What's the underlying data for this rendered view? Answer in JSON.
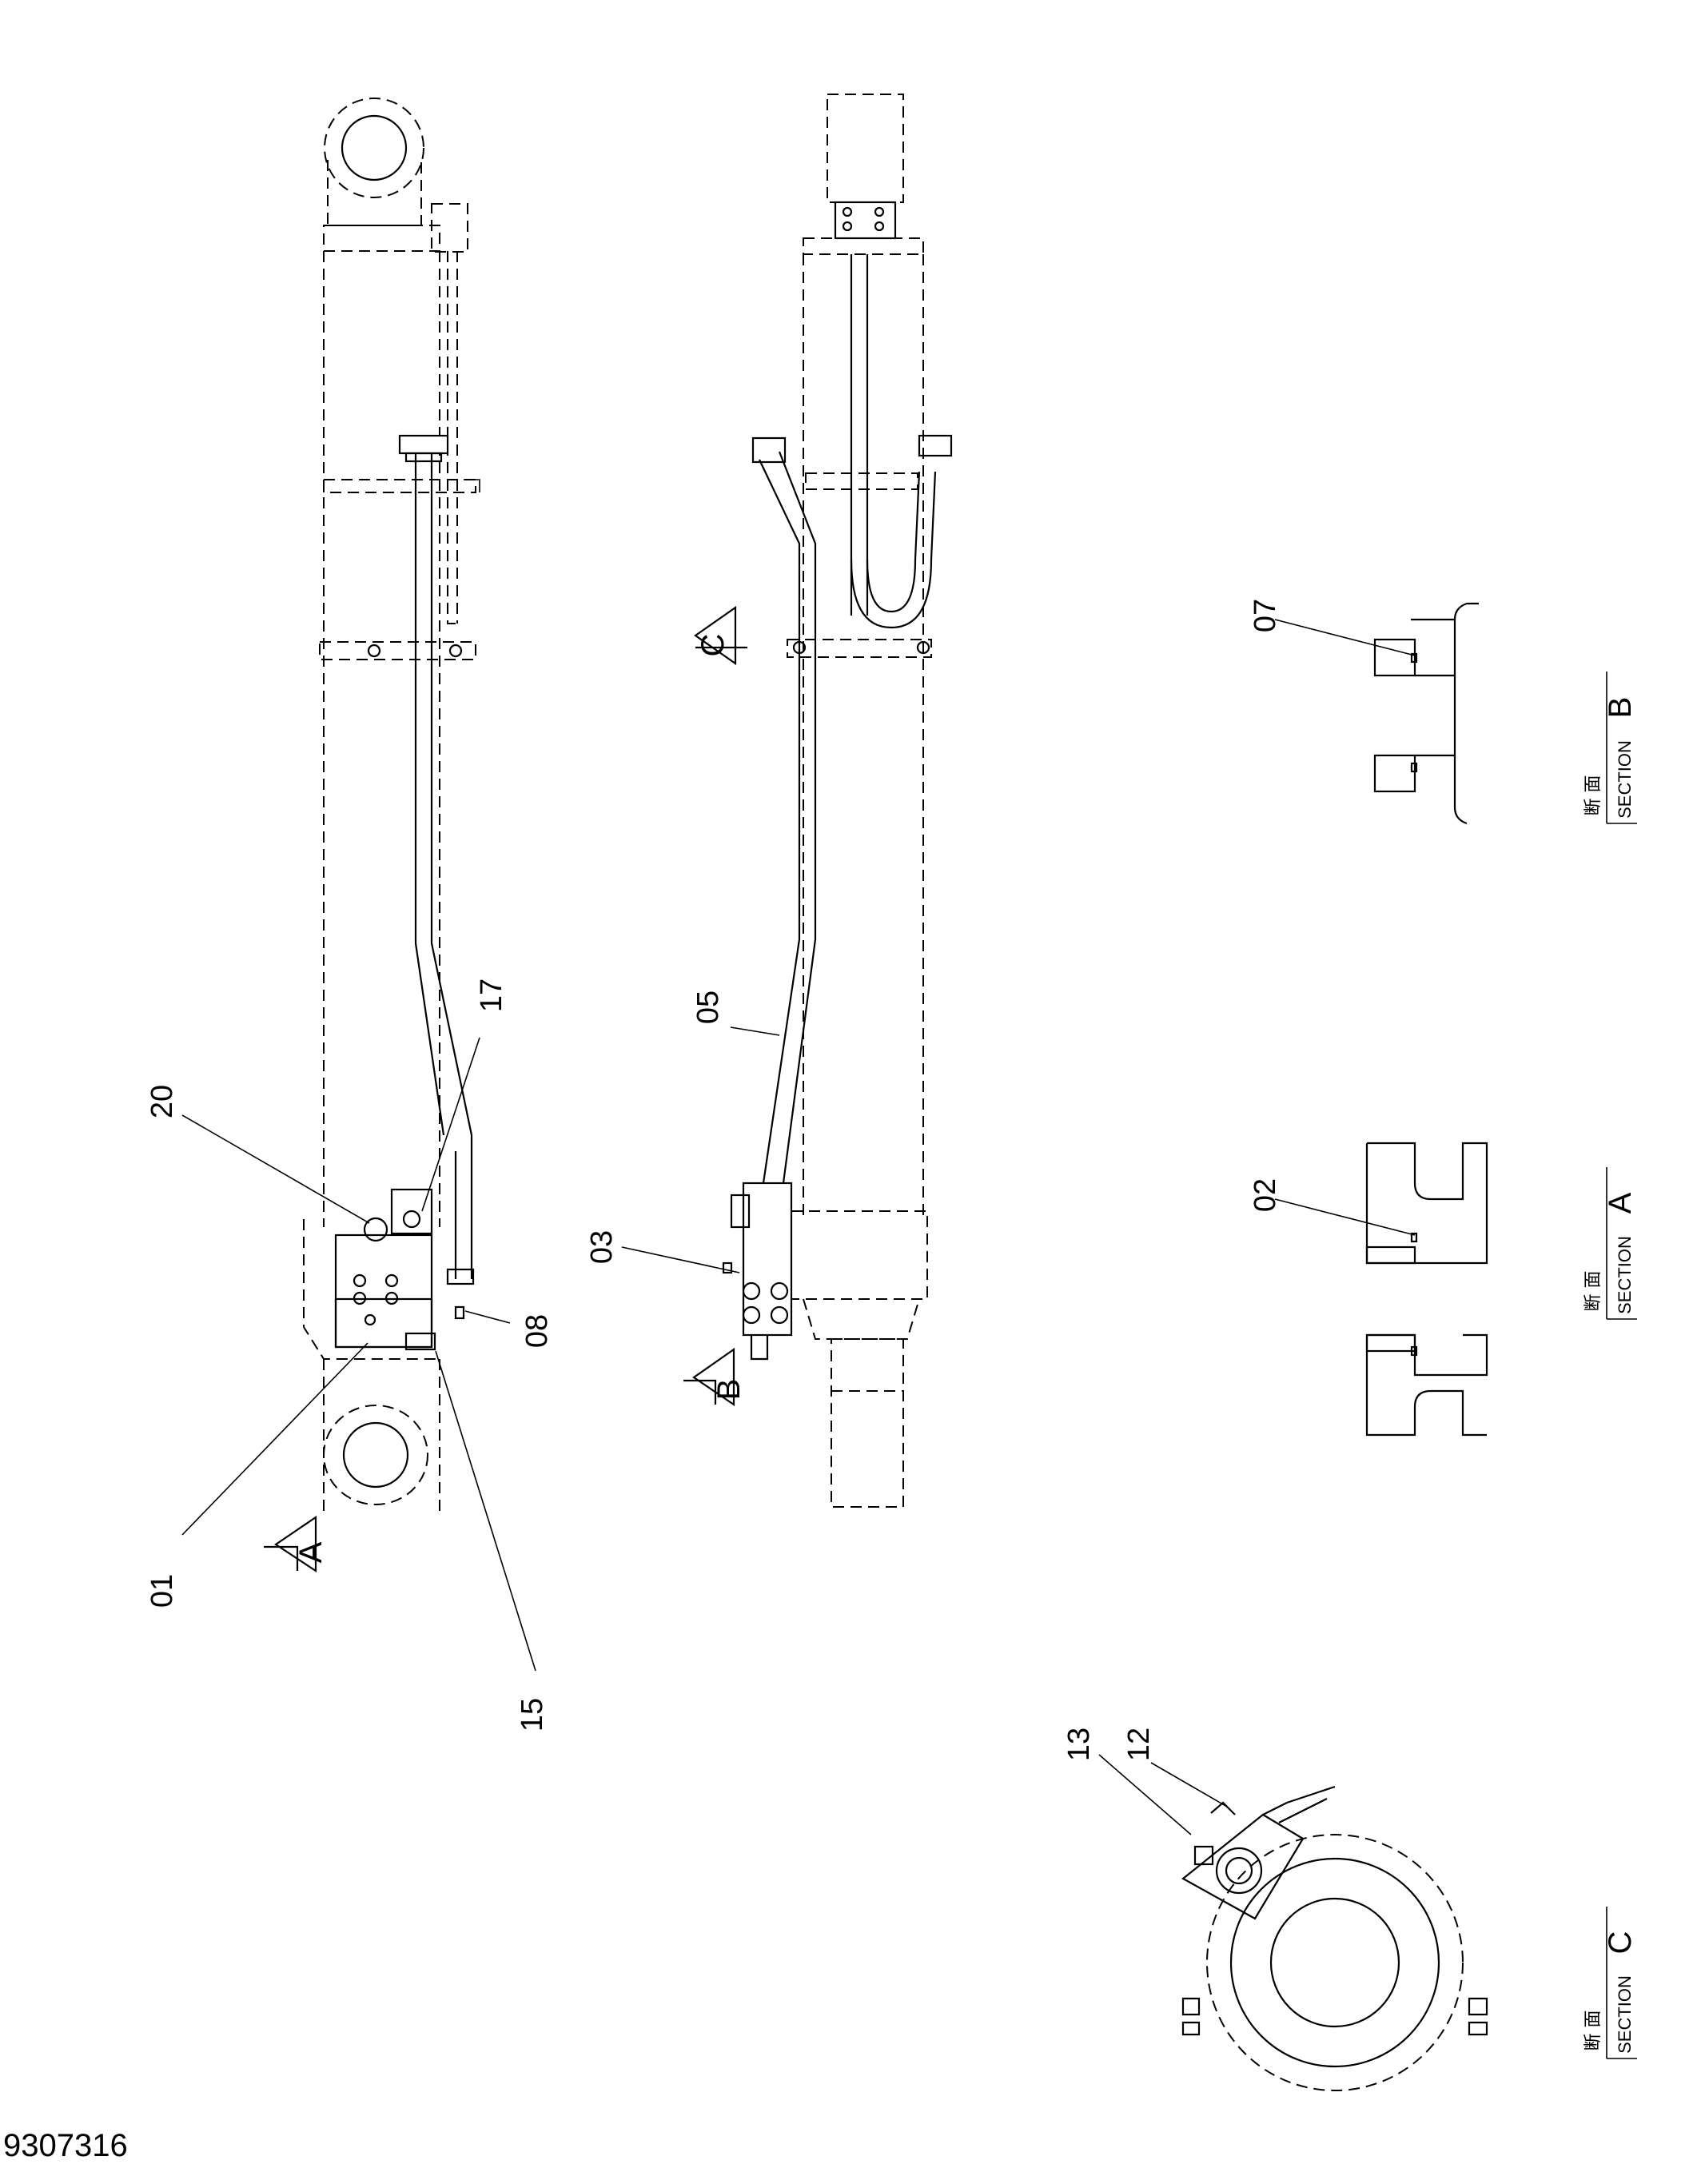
{
  "drawing_number": "9307316",
  "callouts": {
    "c01": "01",
    "c02": "02",
    "c03": "03",
    "c05": "05",
    "c07": "07",
    "c08": "08",
    "c12": "12",
    "c13": "13",
    "c15": "15",
    "c17": "17",
    "c20": "20"
  },
  "view_markers": {
    "a": "A",
    "b": "B",
    "c": "C"
  },
  "sections": {
    "b": {
      "kanji": "断 面",
      "word": "SECTION",
      "letter": "B"
    },
    "a": {
      "kanji": "断 面",
      "word": "SECTION",
      "letter": "A"
    },
    "c": {
      "kanji": "断 面",
      "word": "SECTION",
      "letter": "C"
    }
  }
}
